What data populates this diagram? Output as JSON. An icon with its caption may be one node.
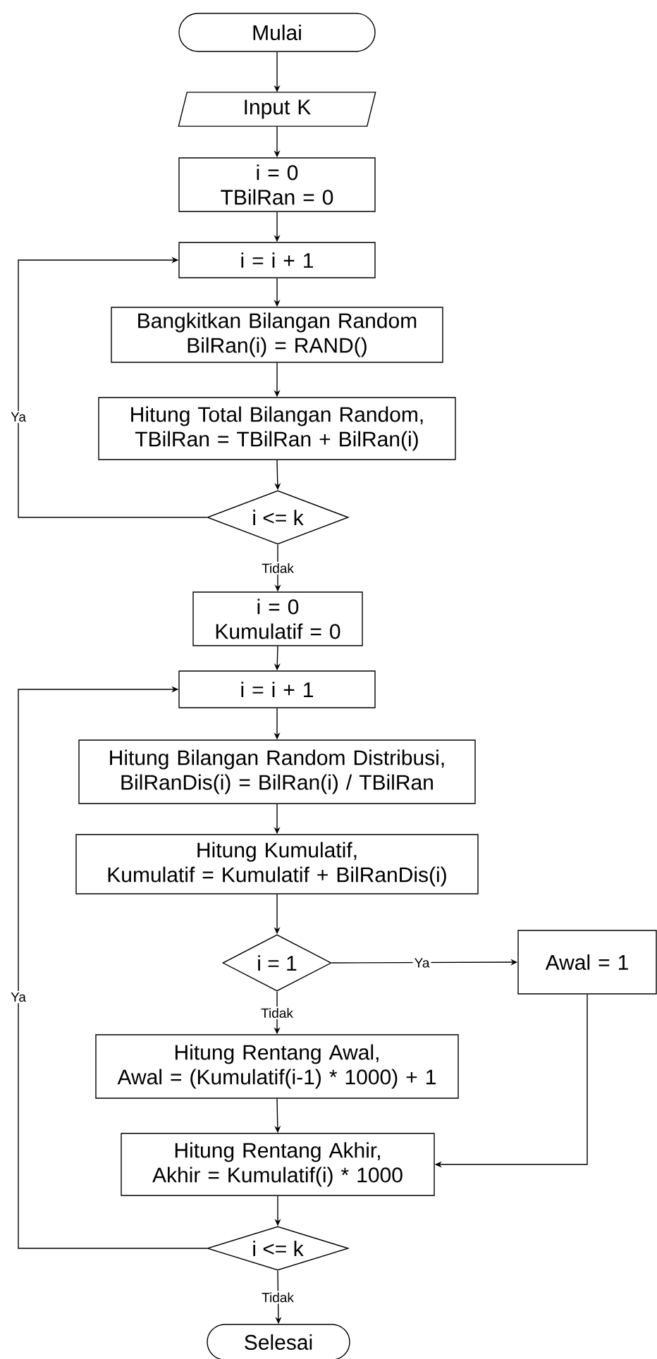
{
  "diagram": {
    "nodes": [
      {
        "text": [
          "Mulai"
        ]
      },
      {
        "text": [
          "Input K"
        ]
      },
      {
        "text": [
          "i = 0",
          "TBilRan = 0"
        ]
      },
      {
        "text": [
          "i = i + 1"
        ]
      },
      {
        "text": [
          "Bangkitkan Bilangan Random",
          "BilRan(i) = RAND()"
        ]
      },
      {
        "text": [
          "Hitung Total Bilangan Random,",
          "TBilRan = TBilRan + BilRan(i)"
        ]
      },
      {
        "text": [
          "i <= k"
        ]
      },
      {
        "text": [
          "i = 0",
          "Kumulatif = 0"
        ]
      },
      {
        "text": [
          "i = i + 1"
        ]
      },
      {
        "text": [
          "Hitung Bilangan Random Distribusi,",
          "BilRanDis(i) = BilRan(i) / TBilRan"
        ]
      },
      {
        "text": [
          "Hitung Kumulatif,",
          "Kumulatif = Kumulatif + BilRanDis(i)"
        ]
      },
      {
        "text": [
          "i = 1"
        ]
      },
      {
        "text": [
          "Awal = 1"
        ]
      },
      {
        "text": [
          "Hitung Rentang Awal,",
          "Awal = (Kumulatif(i-1) * 1000) + 1"
        ]
      },
      {
        "text": [
          "Hitung Rentang Akhir,",
          "Akhir = Kumulatif(i) * 1000"
        ]
      },
      {
        "text": [
          "i <= k"
        ]
      },
      {
        "text": [
          "Selesai"
        ]
      }
    ],
    "edges": [
      {
        "from": 0,
        "to": 1,
        "arrow": "to"
      },
      {
        "from": 1,
        "to": 2,
        "arrow": "to"
      },
      {
        "from": 2,
        "to": 3,
        "arrow": "to"
      },
      {
        "from": 3,
        "to": 4,
        "arrow": "to"
      },
      {
        "from": 4,
        "to": 5,
        "arrow": "to"
      },
      {
        "from": 5,
        "to": 6,
        "arrow": "to"
      },
      {
        "from": 6,
        "to": 3,
        "arrow": "to",
        "label": "Ya"
      },
      {
        "from": 6,
        "to": 7,
        "arrow": "to",
        "label": "Tidak"
      },
      {
        "from": 7,
        "to": 8,
        "arrow": "to"
      },
      {
        "from": 8,
        "to": 9,
        "arrow": "to"
      },
      {
        "from": 9,
        "to": 10,
        "arrow": "to"
      },
      {
        "from": 10,
        "to": 11,
        "arrow": "to"
      },
      {
        "from": 11,
        "to": 12,
        "arrow": "to",
        "label": "Ya"
      },
      {
        "from": 11,
        "to": 13,
        "arrow": "to",
        "label": "Tidak"
      },
      {
        "from": 13,
        "to": 14,
        "arrow": "to"
      },
      {
        "from": 12,
        "to": 14,
        "arrow": "to"
      },
      {
        "from": 14,
        "to": 15,
        "arrow": "to"
      },
      {
        "from": 15,
        "to": 8,
        "arrow": "to",
        "label": "Ya"
      },
      {
        "from": 15,
        "to": 16,
        "arrow": "to",
        "label": "Tidak"
      }
    ]
  }
}
